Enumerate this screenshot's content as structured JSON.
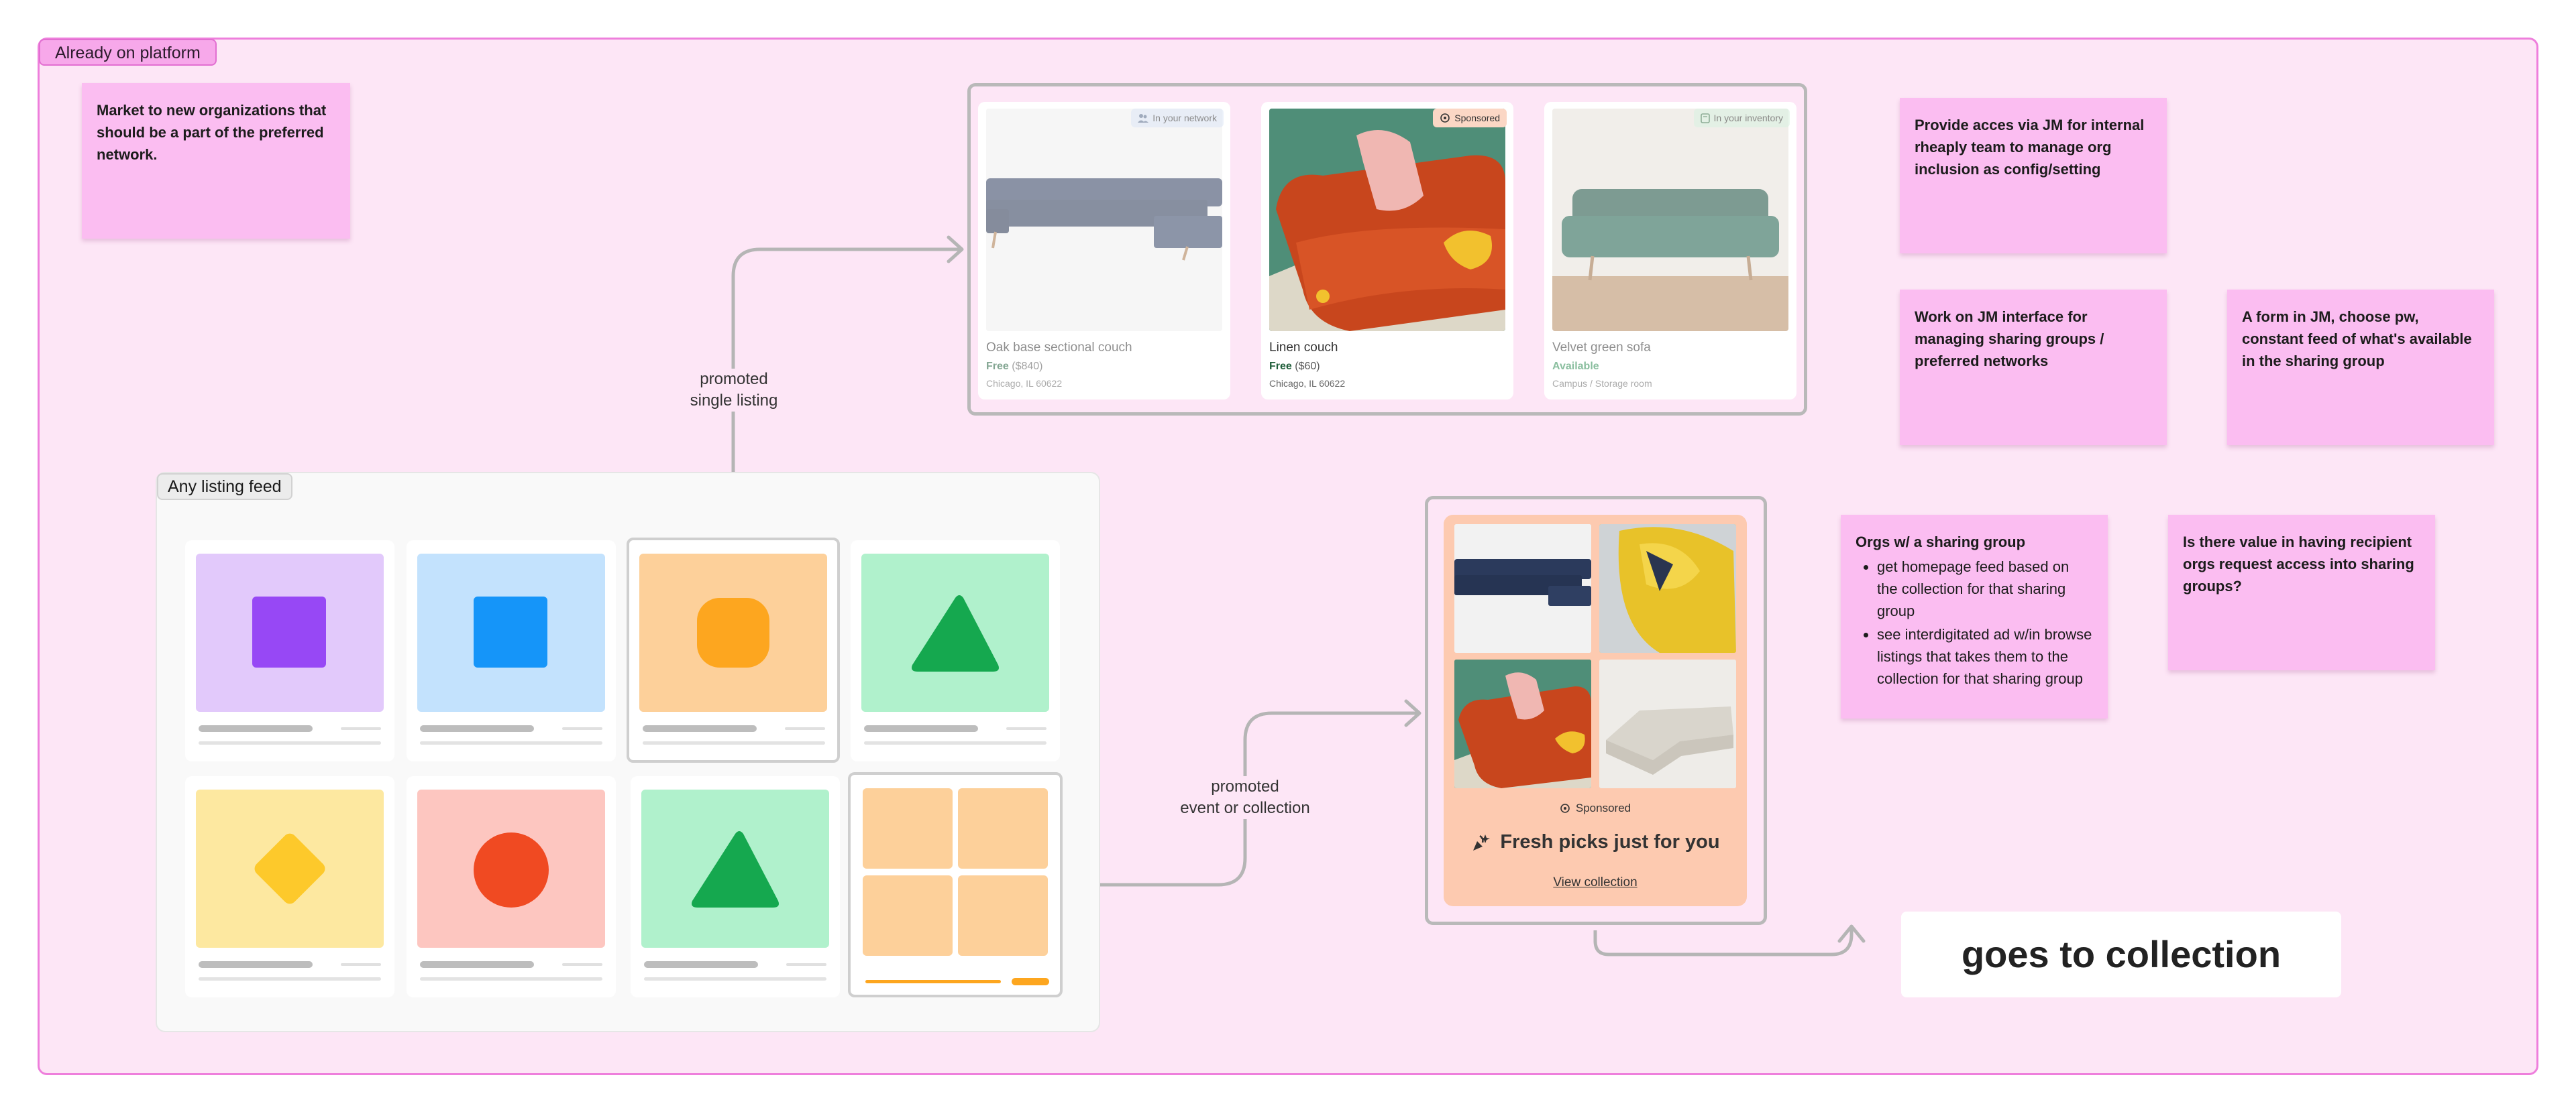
{
  "frame": {
    "label": "Already on platform"
  },
  "stickies": {
    "market": "Market to new organizations that should be a part of the preferred network.",
    "access": "Provide acces via JM for internal rheaply team to manage org inclusion as config/setting",
    "interface": "Work on JM interface for managing sharing groups / preferred networks",
    "form": "A form in JM, choose pw, constant feed of what's available in the sharing group",
    "orgs_title": "Orgs w/ a sharing group",
    "orgs_bullets": [
      "get homepage feed based on the collection for that sharing group",
      "see interdigitated ad w/in browse listings that takes them to the collection for that sharing group"
    ],
    "value": "Is there value in having recipient orgs request access into sharing groups?"
  },
  "feed": {
    "label": "Any listing feed",
    "cards": [
      {
        "bg": "#e2c9fb",
        "shape": "square",
        "color": "#9748f5"
      },
      {
        "bg": "#c3e2fd",
        "shape": "square",
        "color": "#1595f9"
      },
      {
        "bg": "#fdd09a",
        "shape": "squircle",
        "color": "#fda61f"
      },
      {
        "bg": "#b0f1cc",
        "shape": "triangle",
        "color": "#15a84f"
      },
      {
        "bg": "#fde8a0",
        "shape": "diamond",
        "color": "#fdc92b"
      },
      {
        "bg": "#fdc6c0",
        "shape": "circle",
        "color": "#f04a22"
      },
      {
        "bg": "#b0f1cc",
        "shape": "triangle",
        "color": "#15a84f"
      },
      {
        "bg": "#ffffff",
        "shape": "collection",
        "color": "#fdd09a"
      }
    ]
  },
  "connectors": {
    "single": [
      "promoted",
      "single listing"
    ],
    "collection": [
      "promoted",
      "event or collection"
    ]
  },
  "listings": [
    {
      "title": "Oak base sectional couch",
      "price": "Free",
      "price_note": "($840)",
      "location": "Chicago, IL 60622",
      "badge": "In your network",
      "badge_icon": "people-icon",
      "badge_color": "#dde7f7",
      "faded": true
    },
    {
      "title": "Linen couch",
      "price": "Free",
      "price_note": "($60)",
      "location": "Chicago, IL 60622",
      "badge": "Sponsored",
      "badge_icon": "sponsored-icon",
      "badge_color": "#fbd7c5",
      "faded": false
    },
    {
      "title": "Velvet green sofa",
      "price": "Available",
      "price_note": "",
      "location": "Campus / Storage room",
      "badge": "In your inventory",
      "badge_icon": "box-icon",
      "badge_color": "#d8f2e1",
      "faded": true
    }
  ],
  "collection": {
    "sponsored": "Sponsored",
    "headline": "Fresh picks just for you",
    "link": "View collection"
  },
  "goes": "goes to collection"
}
